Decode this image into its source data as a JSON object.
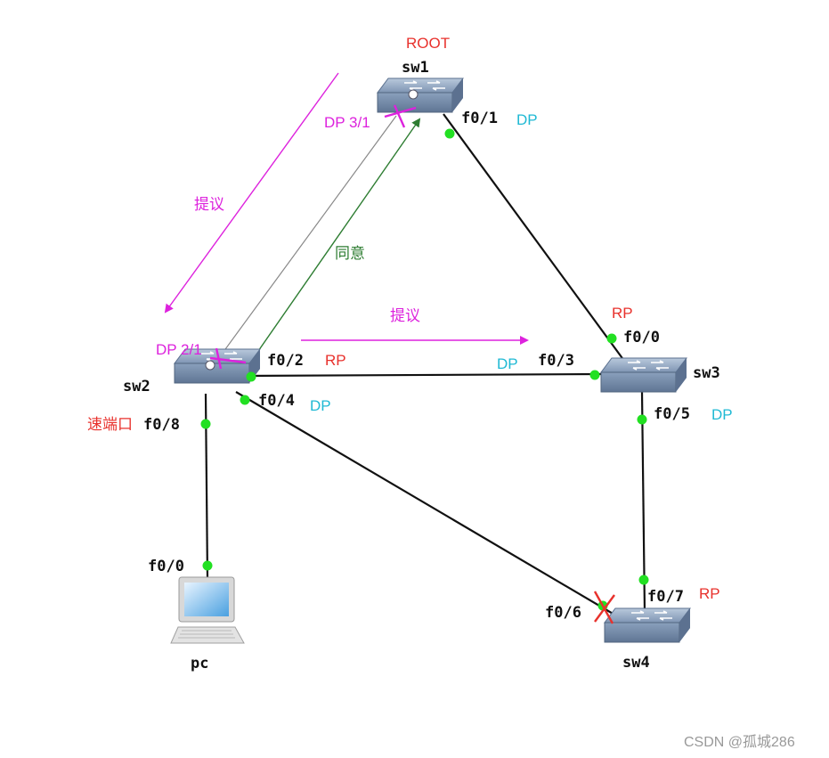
{
  "colors": {
    "red": "#e8312c",
    "cyan": "#1fb9d4",
    "magenta": "#dd22dd",
    "green_text": "#2e7d32",
    "green_arrow": "#2e7d32",
    "port_dot": "#22e022",
    "link": "#111111"
  },
  "labels": {
    "root": "ROOT",
    "watermark": "CSDN @孤城286"
  },
  "devices": {
    "sw1": "sw1",
    "sw2": "sw2",
    "sw3": "sw3",
    "sw4": "sw4",
    "pc": "pc"
  },
  "ports": {
    "sw1_f01": "f0/1",
    "sw2_f02": "f0/2",
    "sw2_f04": "f0/4",
    "sw2_f08": "f0/8",
    "sw3_f00": "f0/0",
    "sw3_f03": "f0/3",
    "sw3_f05": "f0/5",
    "sw4_f06": "f0/6",
    "sw4_f07": "f0/7",
    "pc_f00": "f0/0"
  },
  "roles": {
    "sw1_dp_priority": "DP 3/1",
    "sw1_f01": "DP",
    "sw2_dp_priority": "DP 2/1",
    "sw2_f02": "RP",
    "sw2_f04": "DP",
    "sw2_f08": "速端口",
    "sw3_f00": "RP",
    "sw3_f03": "DP",
    "sw3_f05": "DP",
    "sw4_f07": "RP"
  },
  "annotations": {
    "proposal_1": "提议",
    "agree": "同意",
    "proposal_2": "提议"
  },
  "icons": {
    "switch": "switch-icon",
    "pc": "computer-icon"
  }
}
